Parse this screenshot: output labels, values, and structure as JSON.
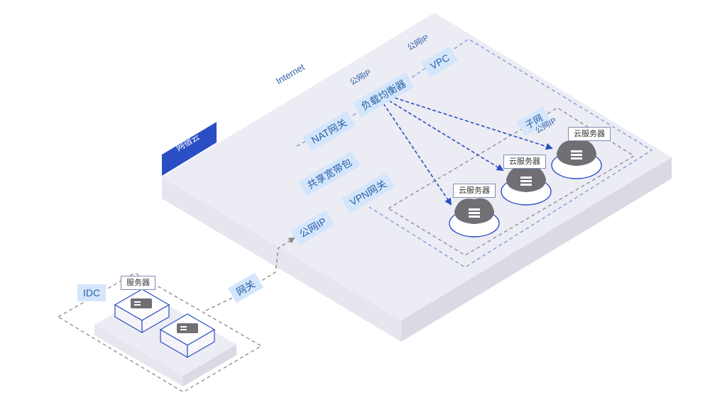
{
  "colors": {
    "platform_top": "#ececf4",
    "platform_side": "#dfdfe9",
    "pill_bg": "#d3e6fb",
    "pill_text": "#2b5fa8",
    "brand": "#2b4ec5",
    "vpc_border": "#7f93d6",
    "subnet_border": "#8a8a8a",
    "arrow": "#2b4ec5"
  },
  "labels": {
    "internet": "Internet",
    "brand_tab": "网宿云",
    "vpc": "VPC",
    "vpc_public_ip": "公网IP",
    "load_balancer": "负载均衡器",
    "lb_public_ip": "公网IP",
    "nat_gateway": "NAT网关",
    "shared_bandwidth": "共享宽带包",
    "vpn_gateway": "VPN网关",
    "public_ip": "公网IP",
    "subnet": "子网",
    "subnet_public_ip": "公网IP",
    "gateway": "网关",
    "idc": "IDC"
  },
  "cloud_servers": [
    {
      "label": "云服务器",
      "icon": "cloud-server-icon"
    },
    {
      "label": "云服务器",
      "icon": "cloud-server-icon"
    },
    {
      "label": "云服务器",
      "icon": "cloud-server-icon"
    }
  ],
  "idc_servers": {
    "label": "服务器",
    "icon": "server-icon"
  }
}
